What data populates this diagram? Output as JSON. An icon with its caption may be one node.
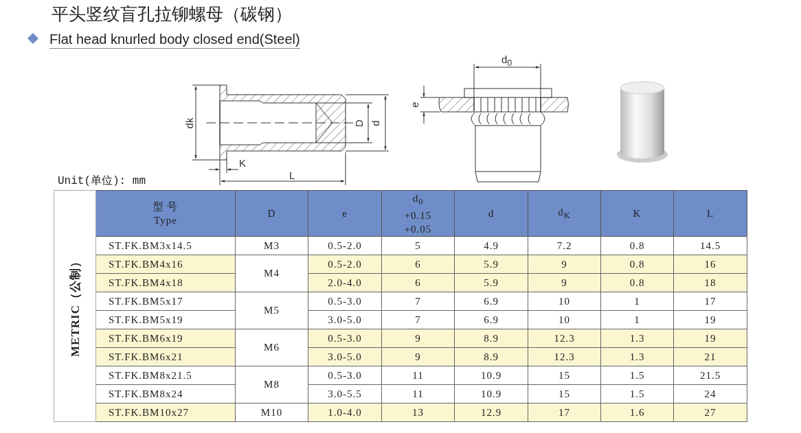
{
  "diagram": {
    "title": "平头竖纹盲孔拉铆螺母（碳钢）",
    "labels": [
      "Flat head knurled body closed end(Steel)",
      "dk",
      "K",
      "L",
      "D",
      "d",
      "d$_{0}$",
      "e",
      "Unit(单位): mm",
      "METRIC（公制）",
      "型 号",
      "Type",
      "D",
      "e",
      "d$_{0}$",
      "+0.15",
      "+0.05",
      "d",
      "d$_{K}$",
      "K",
      "L",
      "ST.FK.BM3x14.5",
      "M3",
      "0.5-2.0",
      "5",
      "4.9",
      "7.2",
      "0.8",
      "14.5",
      "ST.FK.BM4x16",
      "M4",
      "0.5-2.0",
      "6",
      "5.9",
      "9",
      "0.8",
      "16",
      "ST.FK.BM4x18",
      "2.0-4.0",
      "6",
      "5.9",
      "9",
      "0.8",
      "18",
      "ST.FK.BM5x17",
      "M5",
      "0.5-3.0",
      "7",
      "6.9",
      "10",
      "1",
      "17",
      "ST.FK.BM5x19",
      "3.0-5.0",
      "7",
      "6.9",
      "10",
      "1",
      "19",
      "ST.FK.BM6x19",
      "M6",
      "0.5-3.0",
      "9",
      "8.9",
      "12.3",
      "1.3",
      "19",
      "ST.FK.BM6x21",
      "3.0-5.0",
      "9",
      "8.9",
      "12.3",
      "1.3",
      "21",
      "ST.FK.BM8x21.5",
      "M8",
      "0.5-3.0",
      "11",
      "10.9",
      "15",
      "1.5",
      "21.5",
      "ST.FK.BM8x24",
      "3.0-5.5",
      "11",
      "10.9",
      "15",
      "1.5",
      "24",
      "ST.FK.BM10x27",
      "M10",
      "1.0-4.0",
      "13",
      "12.9",
      "17",
      "1.6",
      "27"
    ]
  }
}
